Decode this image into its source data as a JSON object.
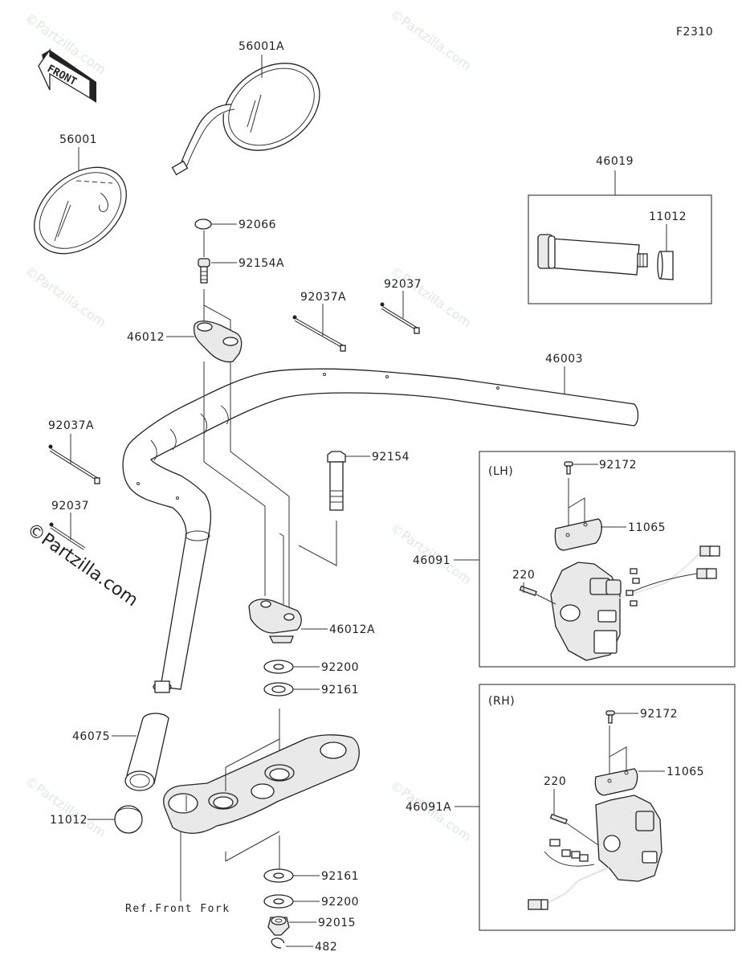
{
  "diagram": {
    "code": "F2310",
    "front_indicator": "FRONT",
    "watermark": "©Partzilla.com",
    "labels": {
      "mirror_right": "56001A",
      "mirror_left": "56001",
      "cap": "92066",
      "bolt_top": "92154A",
      "holder_upper": "46012",
      "band_a_top": "92037A",
      "band_top": "92037",
      "handlebar": "46003",
      "band_a_left": "92037A",
      "band_left": "92037",
      "bolt_long": "92154",
      "holder_lower": "46012A",
      "washer_1": "92200",
      "washer_2": "92161",
      "grip": "46075",
      "grip_end": "11012",
      "ref_fork": "Ref.Front Fork",
      "washer_3": "92161",
      "washer_4": "92200",
      "nut": "92015",
      "clip": "482",
      "throttle_grip_assy": "46019",
      "throttle_end": "11012",
      "switch_lh_assy": "46091",
      "switch_rh_assy": "46091A"
    },
    "lh_box": {
      "side": "(LH)",
      "screw": "92172",
      "cover": "11065",
      "bolt": "220"
    },
    "rh_box": {
      "side": "(RH)",
      "screw": "92172",
      "cover": "11065",
      "bolt": "220"
    }
  }
}
